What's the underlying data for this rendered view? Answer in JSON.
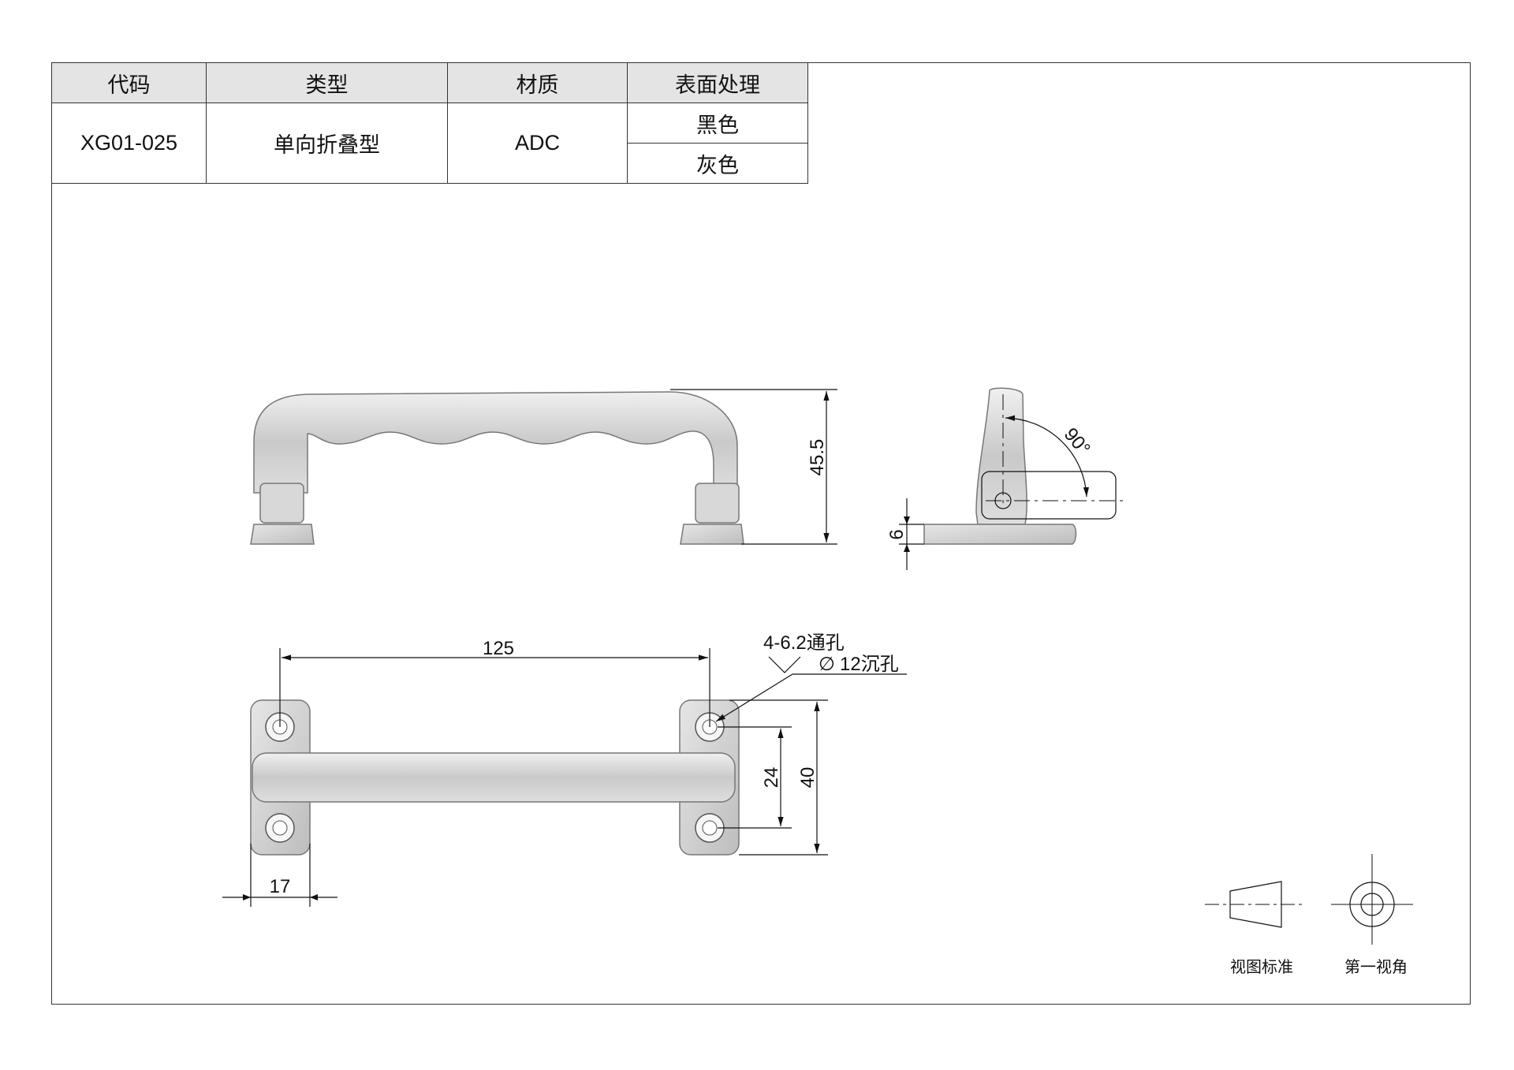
{
  "spec_table": {
    "headers": [
      "代码",
      "类型",
      "材质",
      "表面处理"
    ],
    "code": "XG01-025",
    "type": "单向折叠型",
    "material": "ADC",
    "finishes": [
      "黑色",
      "灰色"
    ]
  },
  "dimensions": {
    "height": "45.5",
    "base_thickness": "6",
    "fold_angle": "90°",
    "hole_spacing": "125",
    "hole_callout_line1": "4-6.2通孔",
    "hole_callout_line2": "12沉孔",
    "diameter_symbol": "∅",
    "hole_vertical_spacing": "24",
    "base_length": "40",
    "base_width": "17"
  },
  "projection": {
    "standard_label": "视图标准",
    "angle_label": "第一视角"
  },
  "colors": {
    "line": "#111111",
    "part_fill": "#d6d6d6",
    "part_highlight": "#ececec",
    "header_fill": "#e4e4e4"
  }
}
